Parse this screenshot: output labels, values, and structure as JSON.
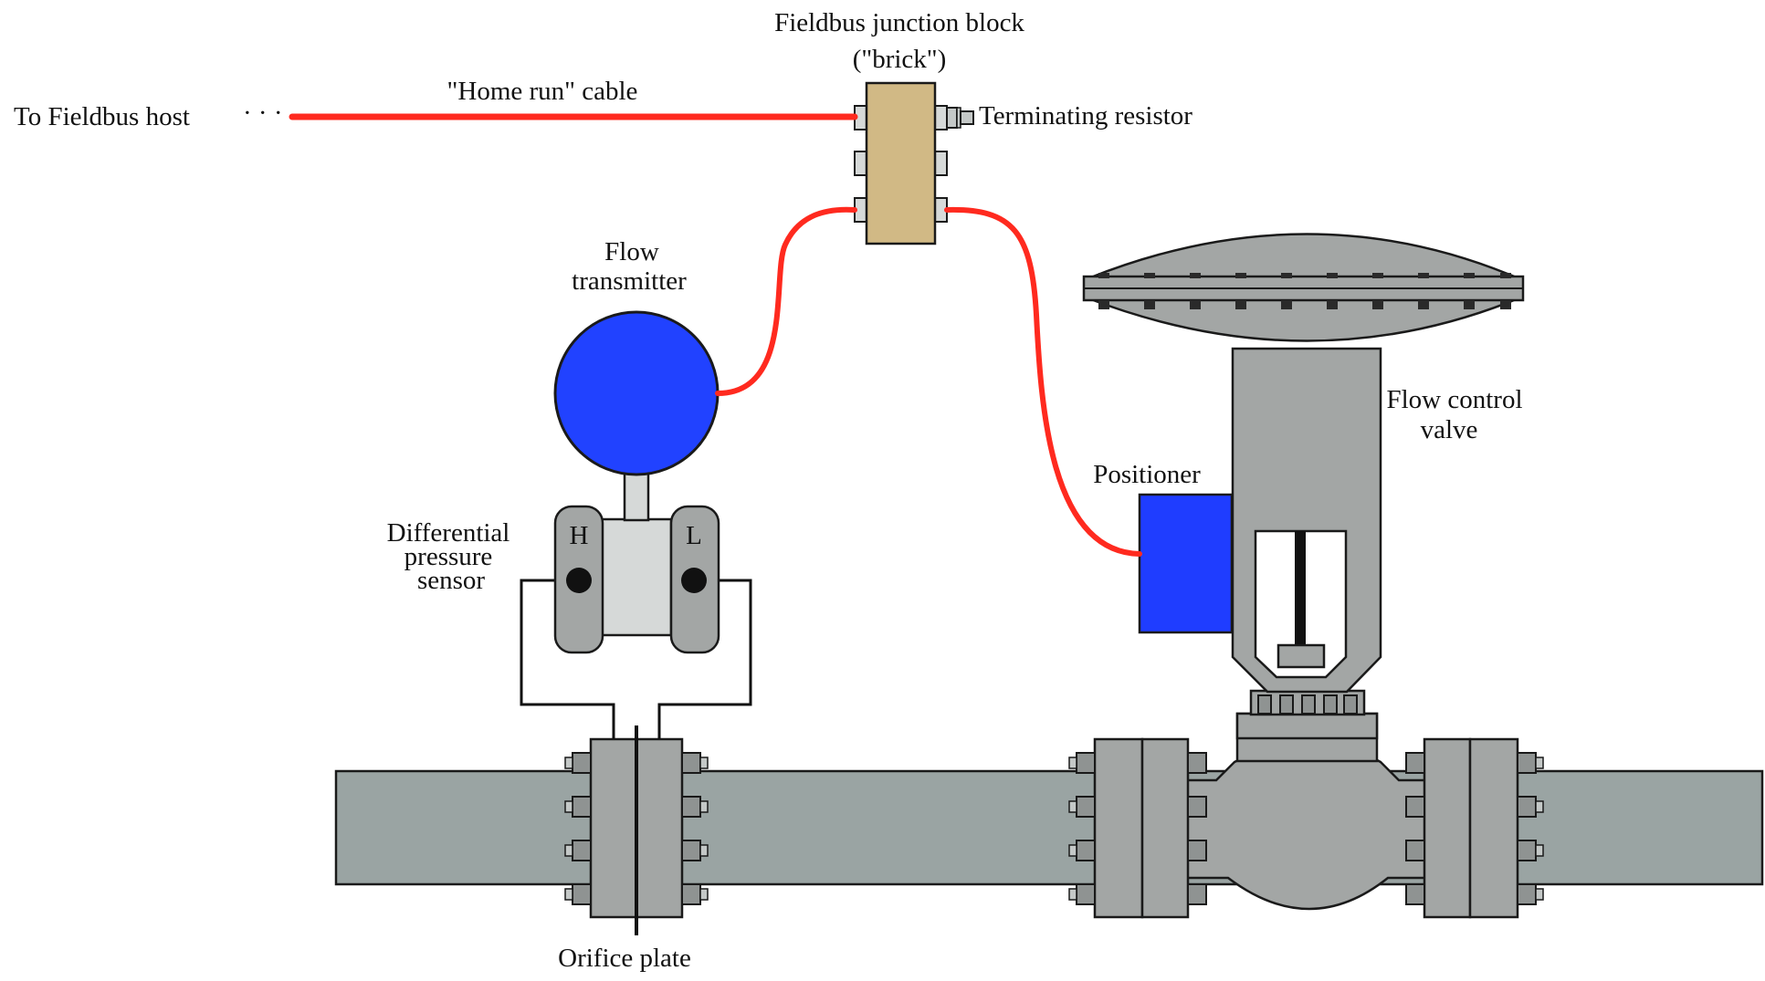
{
  "labels": {
    "fieldbus_host": "To Fieldbus host",
    "dots": "· · ·",
    "home_run": "\"Home run\" cable",
    "junction_block_line1": "Fieldbus junction block",
    "junction_block_line2": "(\"brick\")",
    "terminating_resistor": "Terminating resistor",
    "flow_transmitter_line1": "Flow",
    "flow_transmitter_line2": "transmitter",
    "dp_sensor_line1": "Differential",
    "dp_sensor_line2": "pressure",
    "dp_sensor_line3": "sensor",
    "high_port": "H",
    "low_port": "L",
    "positioner": "Positioner",
    "control_valve_line1": "Flow control",
    "control_valve_line2": "valve",
    "orifice_plate": "Orifice plate"
  },
  "colors": {
    "cable": "#ff2a1f",
    "transmitter": "#2142ff",
    "positioner": "#1f3dff",
    "brick": "#d1b985",
    "pipe": "#9aa4a3",
    "steel": "#a3a6a5",
    "sensor_body": "#d6d9d8",
    "valve_window": "#ffffff"
  }
}
